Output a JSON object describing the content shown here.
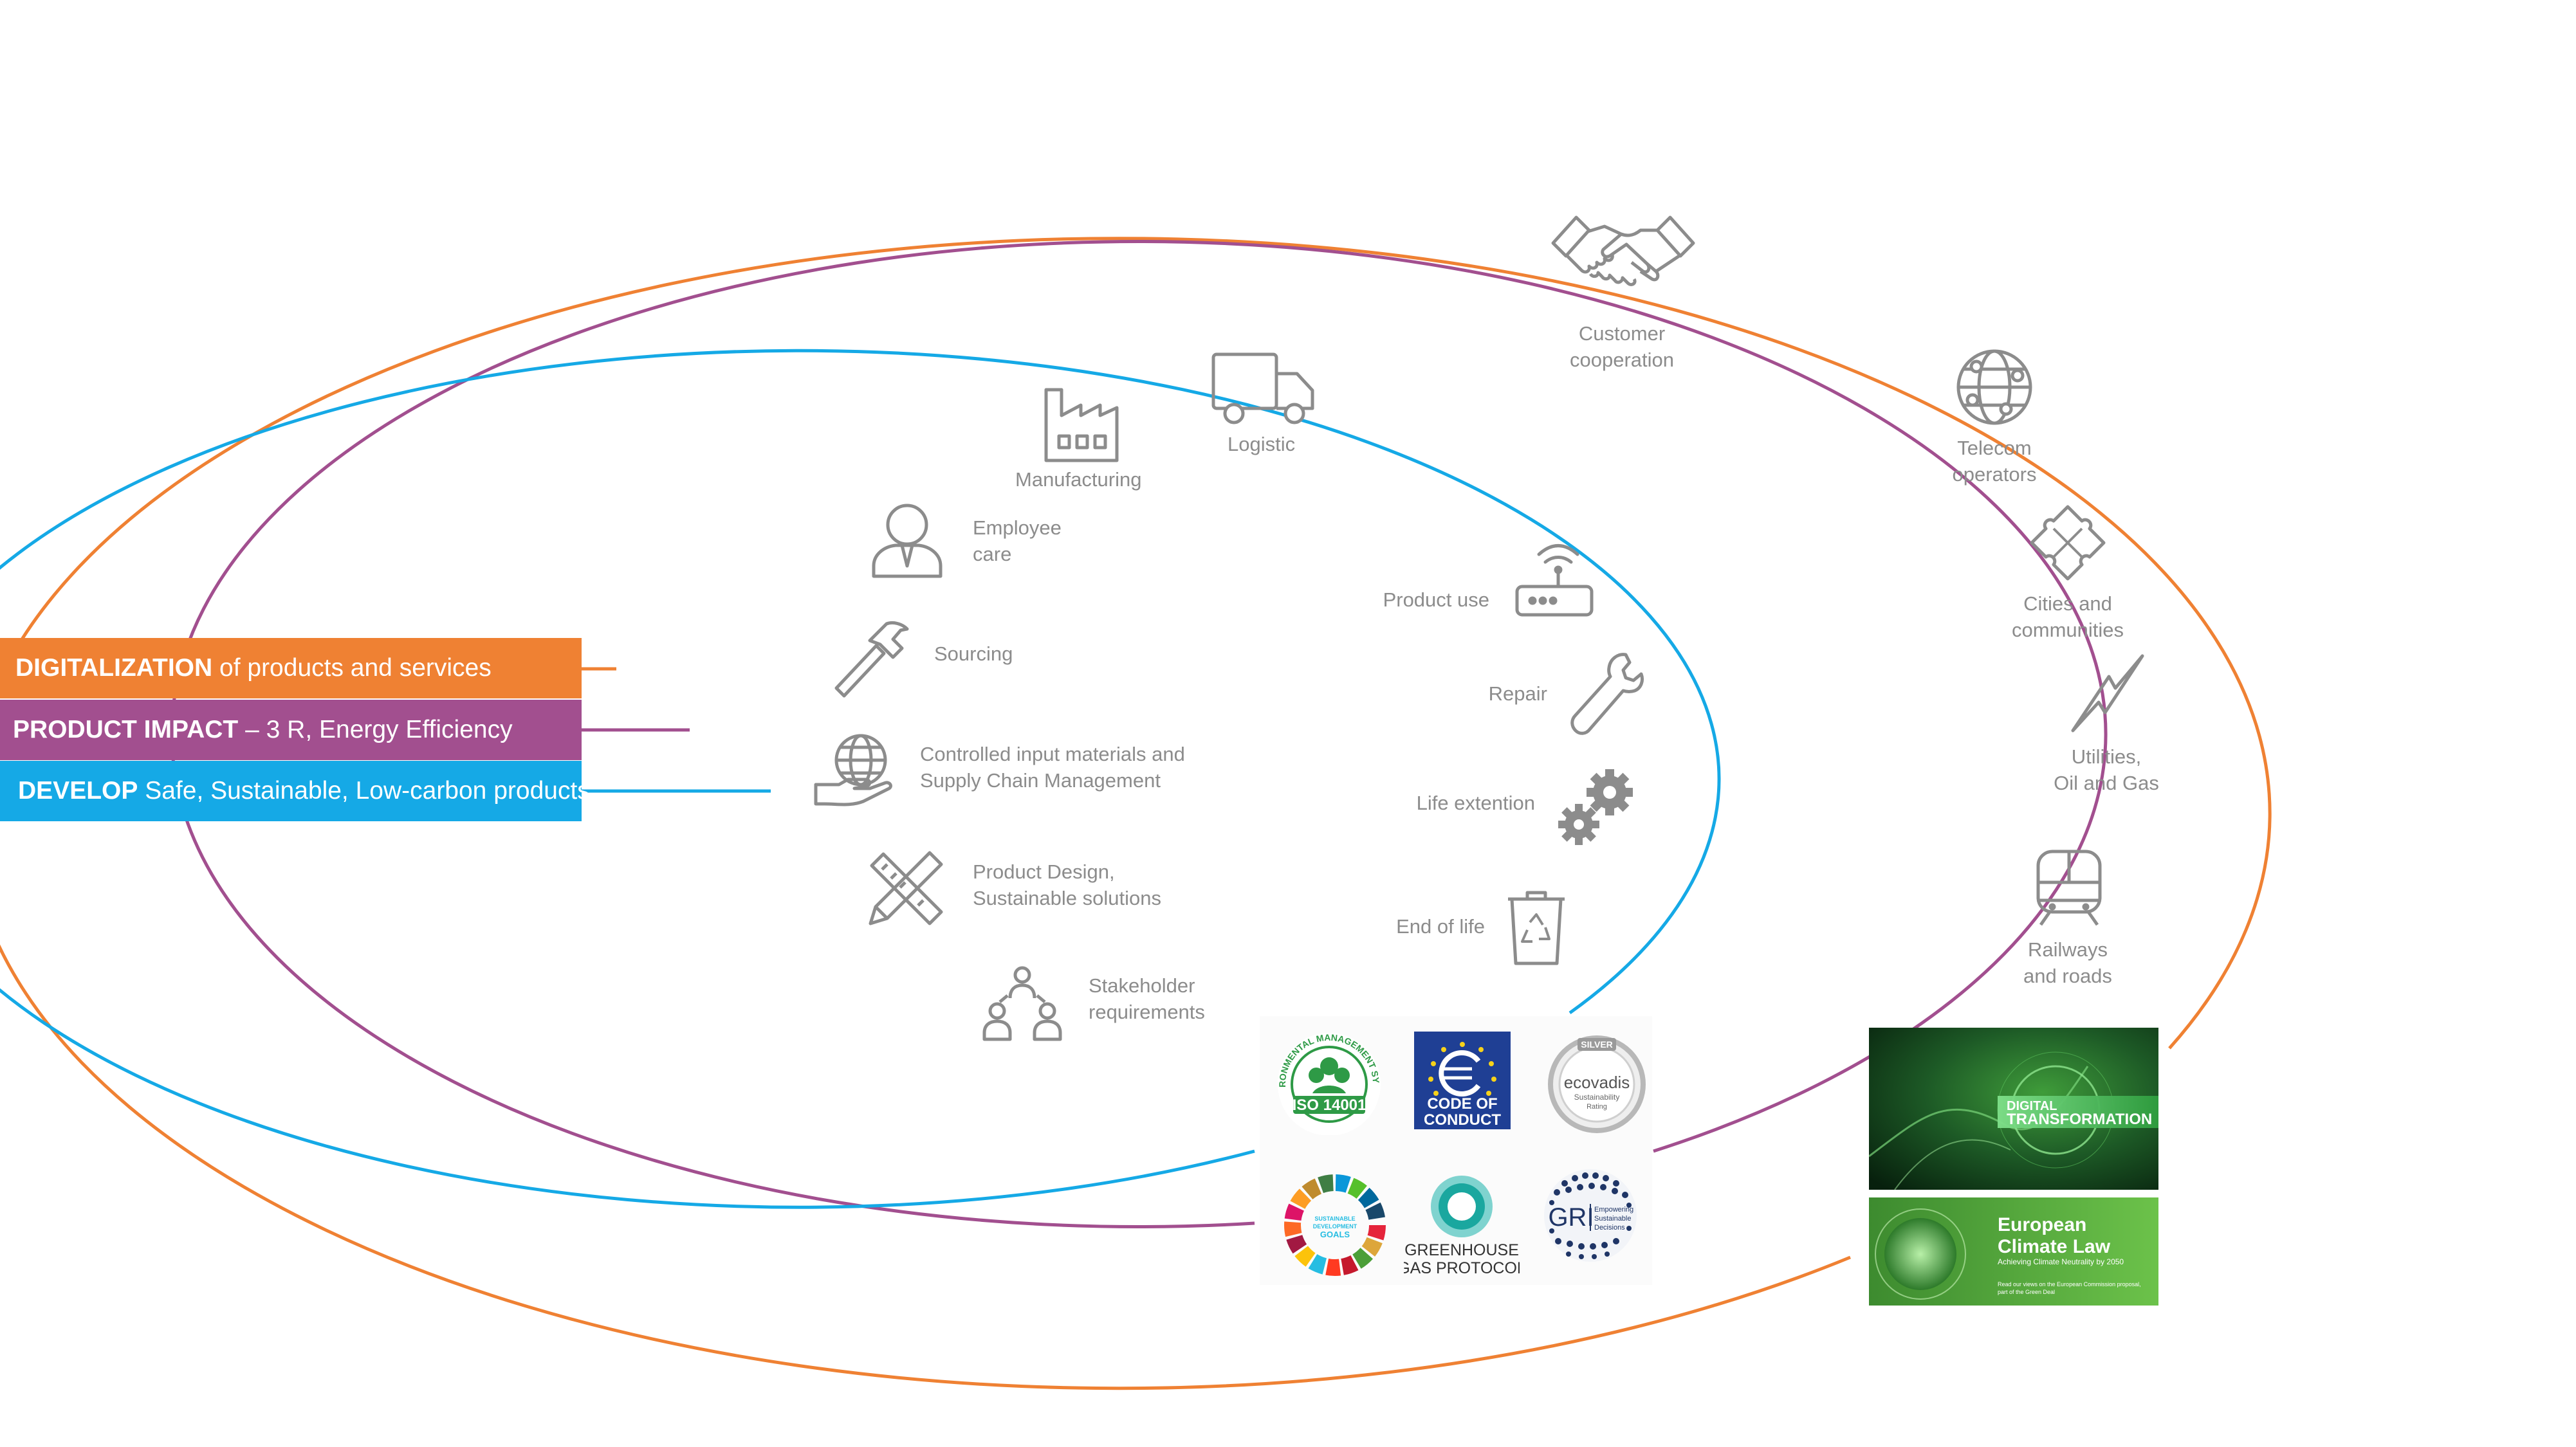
{
  "colors": {
    "digitalization": "#ef8133",
    "product_impact": "#a24f8f",
    "develop": "#15a9e6",
    "icon_gray": "#8c8c8c"
  },
  "bars": {
    "digitalization": {
      "bold": "DIGITALIZATION",
      "rest": " of products and services"
    },
    "product_impact": {
      "bold": "PRODUCT IMPACT",
      "rest": " – 3 R, Energy Efficiency"
    },
    "develop": {
      "bold": "DEVELOP",
      "rest": " Safe, Sustainable,  Low-carbon products"
    }
  },
  "inner_ring": {
    "logistic": {
      "label": "Logistic",
      "icon": "truck-icon"
    },
    "manufacturing": {
      "label": "Manufacturing",
      "icon": "factory-icon"
    },
    "employee_care": {
      "line1": "Employee",
      "line2": "care",
      "icon": "employee-icon"
    },
    "sourcing": {
      "label": "Sourcing",
      "icon": "hammer-icon"
    },
    "controlled_input": {
      "line1": "Controlled input materials and",
      "line2": "Supply Chain Management",
      "icon": "globe-hand-icon"
    },
    "product_design": {
      "line1": "Product Design,",
      "line2": "Sustainable solutions",
      "icon": "ruler-pencil-icon"
    },
    "stakeholder": {
      "line1": "Stakeholder",
      "line2": "requirements",
      "icon": "people-icon"
    },
    "product_use": {
      "label": "Product use",
      "icon": "router-icon"
    },
    "repair": {
      "label": "Repair",
      "icon": "wrench-icon"
    },
    "life_extention": {
      "label": "Life extention",
      "icon": "gears-icon"
    },
    "end_of_life": {
      "label": "End of life",
      "icon": "recycle-bin-icon"
    }
  },
  "middle_ring": {
    "customer": {
      "line1": "Customer",
      "line2": "cooperation",
      "icon": "handshake-icon"
    }
  },
  "outer_ring": {
    "telecom": {
      "line1": "Telecom",
      "line2": "operators",
      "icon": "globe-network-icon"
    },
    "cities": {
      "line1": "Cities and",
      "line2": "communities",
      "icon": "puzzle-icon"
    },
    "utilities": {
      "line1": "Utilities,",
      "line2": "Oil and Gas",
      "icon": "lightning-icon"
    },
    "railways": {
      "line1": "Railways",
      "line2": "and roads",
      "icon": "train-icon"
    }
  },
  "logos": {
    "iso": {
      "ring_text": "ENVIRONMENTAL MANAGEMENT SYSTEM",
      "label": "ISO 14001"
    },
    "coc": {
      "line1": "CODE OF",
      "line2": "CONDUCT"
    },
    "ecovadis": {
      "badge": "SILVER",
      "name": "ecovadis",
      "sub1": "Sustainability",
      "sub2": "Rating"
    },
    "sdg": {
      "line1": "SUSTAINABLE",
      "line2": "DEVELOPMENT",
      "line3": "GOALS"
    },
    "ghg": {
      "line1": "GREENHOUSE",
      "line2": "GAS PROTOCOL"
    },
    "gri": {
      "name": "GRI",
      "sub1": "Empowering",
      "sub2": "Sustainable",
      "sub3": "Decisions"
    }
  },
  "images": {
    "digital": {
      "line1": "DIGITAL",
      "line2": "TRANSFORMATION"
    },
    "climate": {
      "title1": "European",
      "title2": "Climate Law",
      "subtitle": "Achieving Climate Neutrality by 2050",
      "note1": "Read our views on the European Commission proposal,",
      "note2": "part of the Green Deal"
    }
  }
}
